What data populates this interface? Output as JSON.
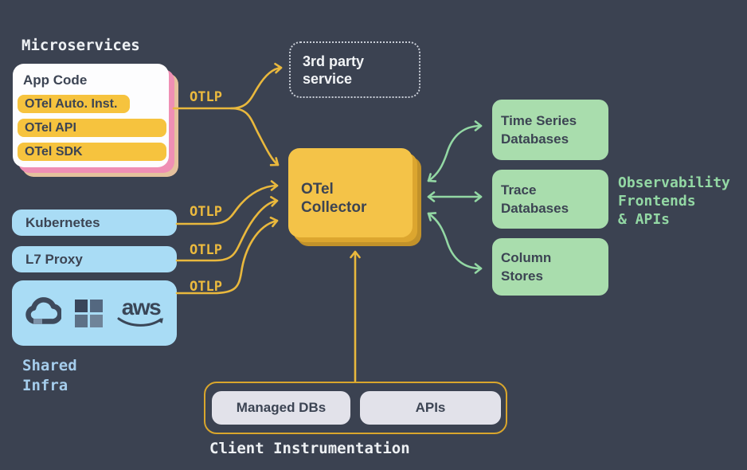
{
  "labels": {
    "microservices": "Microservices",
    "shared_infra": "Shared\nInfra",
    "client_instrumentation": "Client Instrumentation",
    "observability_frontends": "Observability\nFrontends\n& APIs"
  },
  "otlp": [
    "OTLP",
    "OTLP",
    "OTLP",
    "OTLP"
  ],
  "app_card": {
    "title": "App Code",
    "pills": [
      "OTel Auto. Inst.",
      "OTel API",
      "OTel SDK"
    ]
  },
  "nodes": {
    "third_party": "3rd party\nservice",
    "collector": "OTel\nCollector",
    "kubernetes": "Kubernetes",
    "l7_proxy": "L7 Proxy",
    "time_series_db": "Time Series\nDatabases",
    "trace_db": "Trace\nDatabases",
    "column_stores": "Column\nStores",
    "managed_dbs": "Managed DBs",
    "apis": "APIs"
  },
  "icons": {
    "google_cloud": "google-cloud-logo",
    "microsoft": "microsoft-logo",
    "aws": "aws-logo",
    "aws_text": "aws"
  },
  "colors": {
    "background": "#3b4251",
    "box_yellow": "#f4c348",
    "arrow_yellow": "#e9b83d",
    "pink_shadow": "#ef8fb4",
    "tan_shadow": "#e4c19d",
    "light_blue": "#a9dcf5",
    "green_box": "#a9ddad",
    "green_accent": "#93d8a4",
    "gray_box": "#e2e2ea",
    "dark_text": "#3c4453"
  }
}
